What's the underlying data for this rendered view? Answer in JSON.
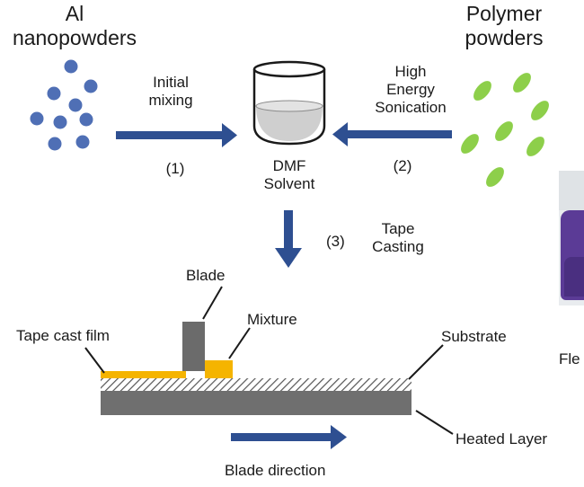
{
  "labels": {
    "al_line1": "Al",
    "al_line2": "nanopowders",
    "polymer_line1": "Polymer",
    "polymer_line2": "powders",
    "initial_line1": "Initial",
    "initial_line2": "mixing",
    "step1": "(1)",
    "high_line1": "High",
    "high_line2": "Energy",
    "high_line3": "Sonication",
    "step2": "(2)",
    "dmf_line1": "DMF",
    "dmf_line2": "Solvent",
    "step3": "(3)",
    "tape_line1": "Tape",
    "tape_line2": "Casting",
    "blade": "Blade",
    "mixture": "Mixture",
    "tape_cast_film": "Tape cast film",
    "substrate": "Substrate",
    "heated_layer": "Heated Layer",
    "blade_direction": "Blade direction",
    "fle_partial": "Fle"
  },
  "colors": {
    "arrow": "#2e4f91",
    "al_particle": "#4f6fb5",
    "polymer_particle": "#8dcf4a",
    "film": "#f5b400",
    "blade": "#6b6b6b",
    "substrate": "#6f6f6f",
    "beaker_liquid": "#cfcfcf"
  }
}
